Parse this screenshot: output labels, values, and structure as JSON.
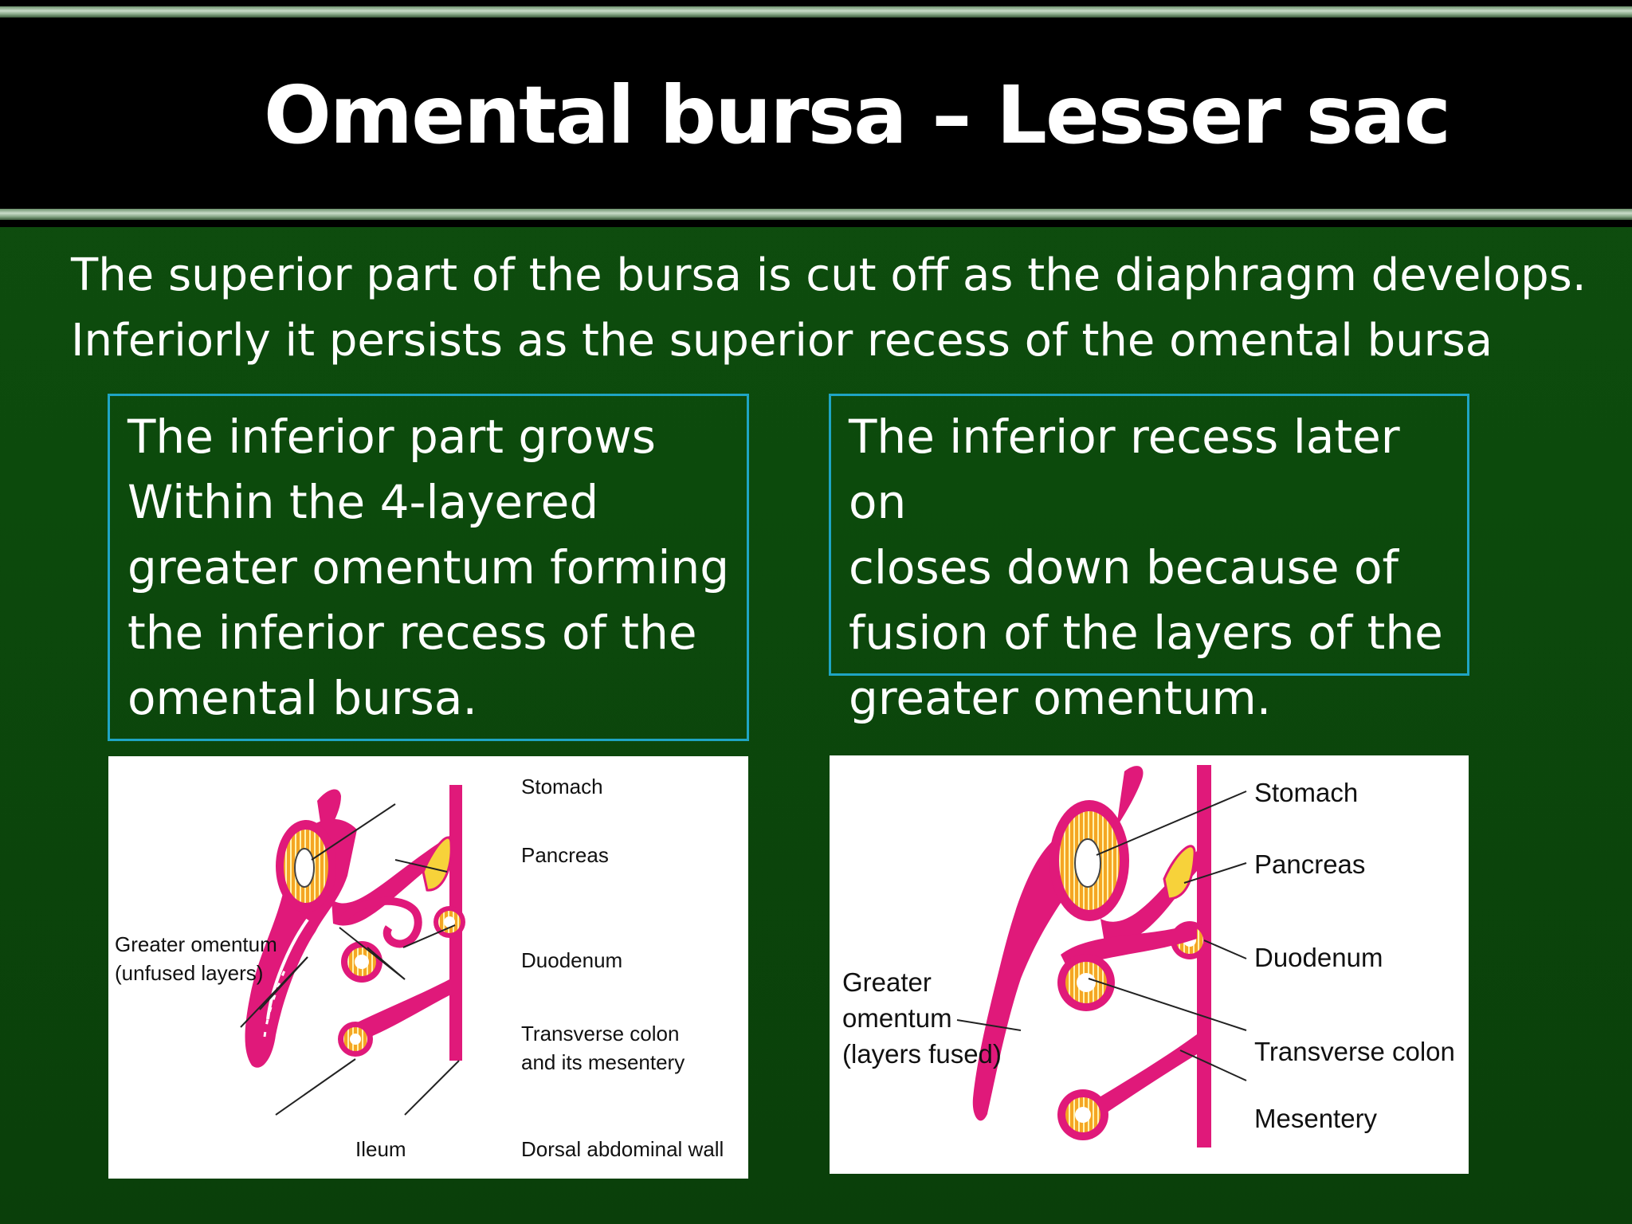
{
  "slide": {
    "title": "Omental bursa – Lesser sac",
    "intro_line1": "The superior part of the bursa is cut off as the diaphragm develops.",
    "intro_line2": "Inferiorly it persists as the superior recess of the omental bursa"
  },
  "box_left": {
    "lines": [
      "The inferior part grows",
      "Within the 4-layered",
      "greater omentum forming",
      "the inferior recess of the",
      "omental bursa."
    ]
  },
  "box_right": {
    "lines": [
      "The inferior recess later on",
      "closes down because of",
      "fusion of the layers of the",
      "greater omentum."
    ]
  },
  "figure_left": {
    "labels": {
      "stomach": "Stomach",
      "pancreas": "Pancreas",
      "duodenum": "Duodenum",
      "transverse_colon": "Transverse colon",
      "and_mesentery": "and its mesentery",
      "greater_omentum": "Greater omentum",
      "unfused_layers": "(unfused layers)",
      "ileum": "Ileum",
      "dorsal_wall": "Dorsal abdominal wall"
    }
  },
  "figure_right": {
    "labels": {
      "stomach": "Stomach",
      "pancreas": "Pancreas",
      "duodenum": "Duodenum",
      "transverse_colon": "Transverse colon",
      "mesentery": "Mesentery",
      "greater": "Greater",
      "omentum": "omentum",
      "layers_fused": "(layers fused)"
    }
  },
  "colors": {
    "tissue": "#e0197a",
    "organ_fill": "#f5a623",
    "pancreas": "#f7d23a",
    "box_border": "#1fa5c4",
    "background": "#0c4a0c"
  }
}
